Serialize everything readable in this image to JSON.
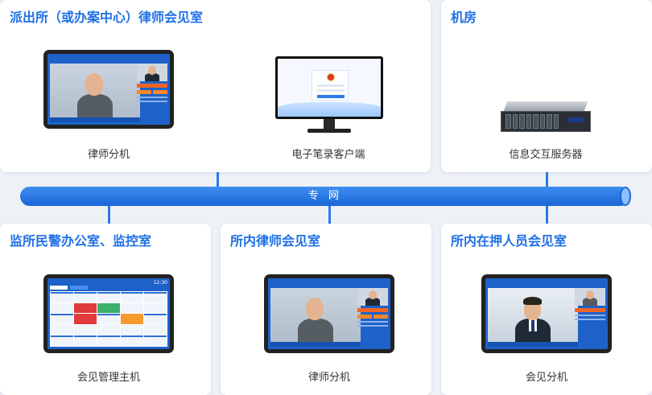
{
  "network": {
    "label": "专 网"
  },
  "sections": {
    "police_station": {
      "title": "派出所（或办案中心）律师会见室"
    },
    "machine_room": {
      "title": "机房"
    },
    "police_office": {
      "title": "监所民警办公室、监控室"
    },
    "lawyer_room": {
      "title": "所内律师会见室"
    },
    "detainee_room": {
      "title": "所内在押人员会见室"
    }
  },
  "devices": {
    "lawyer_terminal_1": {
      "caption": "律师分机"
    },
    "record_client": {
      "caption": "电子笔录客户端"
    },
    "server": {
      "caption": "信息交互服务器"
    },
    "management_host": {
      "caption": "会见管理主机",
      "clock": "12:30"
    },
    "lawyer_terminal_2": {
      "caption": "律师分机"
    },
    "meeting_terminal": {
      "caption": "会见分机"
    }
  },
  "colors": {
    "accent": "#1f6fe5",
    "bus": "#2b7be8",
    "screen": "#1e62c9",
    "alert_red": "#e03a3a",
    "button_orange": "#f26522"
  }
}
